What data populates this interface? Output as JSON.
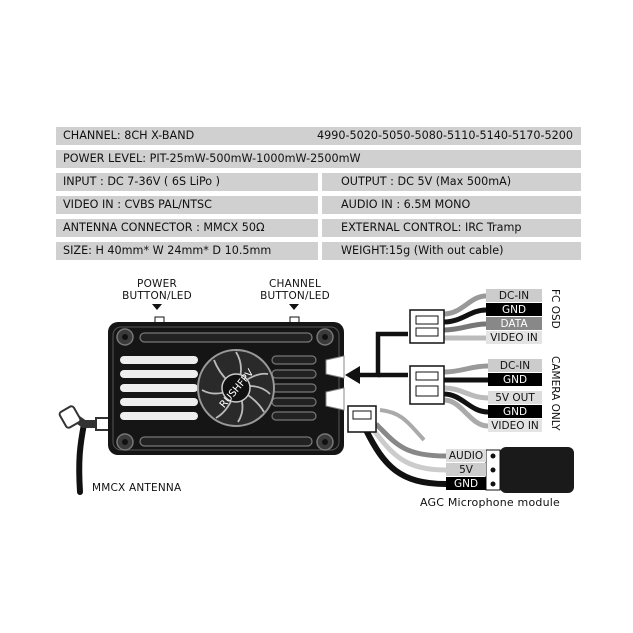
{
  "specs": {
    "channel": {
      "label": "CHANNEL: 8CH  X-BAND",
      "freqs": "4990-5020-5050-5080-5110-5140-5170-5200"
    },
    "power_level": "POWER LEVEL: PIT-25mW-500mW-1000mW-2500mW",
    "input": "INPUT : DC 7-36V ( 6S LiPo )",
    "output": "OUTPUT : DC 5V  (Max 500mA)",
    "video_in": "VIDEO IN : CVBS PAL/NTSC",
    "audio_in": "AUDIO IN : 6.5M MONO",
    "antenna_connector": "ANTENNA CONNECTOR : MMCX  50Ω",
    "external_control": "EXTERNAL CONTROL: IRC Tramp",
    "size": "SIZE: H 40mm* W 24mm* D 10.5mm",
    "weight": "WEIGHT:15g (With out cable)"
  },
  "labels": {
    "power_button_line1": "POWER",
    "power_button_line2": "BUTTON/LED",
    "channel_button_line1": "CHANNEL",
    "channel_button_line2": "BUTTON/LED",
    "mmcx_antenna": "MMCX ANTENNA",
    "brand": "RUSHFPV",
    "fc_osd": "FC OSD",
    "camera_only": "CAMERA ONLY",
    "agc_microphone": "AGC Microphone module"
  },
  "fc_osd_pins": [
    "DC-IN",
    "GND",
    "DATA",
    "VIDEO IN"
  ],
  "camera_pins_top": [
    "DC-IN",
    "GND"
  ],
  "camera_pins_bottom": [
    "5V OUT",
    "GND",
    "VIDEO IN"
  ],
  "mic_pins": [
    "AUDIO",
    "5V",
    "GND"
  ],
  "colors": {
    "spec_bar": "#d0d0d0",
    "device_body": "#151515",
    "accent_black": "#000000"
  }
}
